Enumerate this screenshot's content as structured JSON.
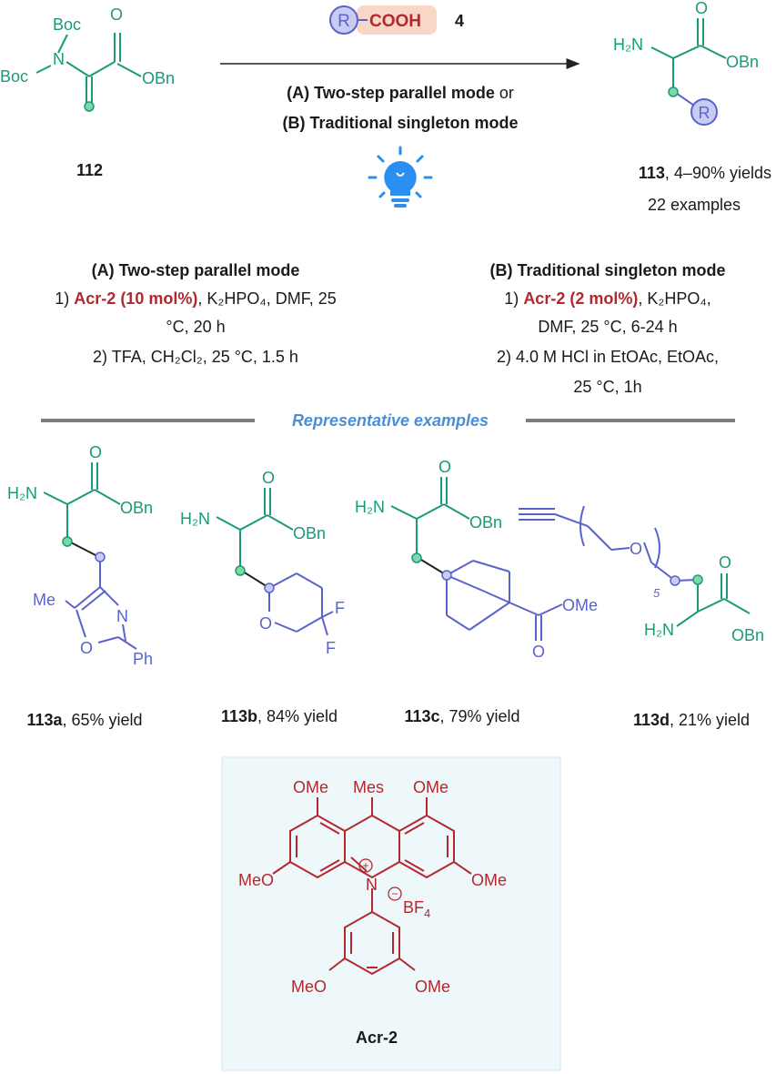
{
  "reagent": {
    "r_label": "R",
    "cooh": "COOH",
    "number": "4"
  },
  "arrow": {
    "line1_label": "(A) Two-step parallel mode",
    "line1_or": " or",
    "line2": "(B) Traditional singleton mode"
  },
  "substrate": {
    "boc1": "Boc",
    "n": "N",
    "boc2": "Boc",
    "o": "O",
    "obn": "OBn",
    "label": "112"
  },
  "product": {
    "h2n": "H₂N",
    "o": "O",
    "obn": "OBn",
    "r": "R",
    "label_num": "113",
    "label_rest": ", 4–90% yields",
    "examples": "22 examples"
  },
  "cond_a": {
    "title": "(A) Two-step parallel mode",
    "l1_pre": "1) ",
    "l1_cat": "Acr-2 (10 mol%)",
    "l1_rest": ", K₂HPO₄, DMF, 25",
    "l2": "°C, 20 h",
    "l3": "2) TFA, CH₂Cl₂, 25 °C, 1.5 h"
  },
  "cond_b": {
    "title": "(B) Traditional singleton mode",
    "l1_pre": "1) ",
    "l1_cat": "Acr-2 (2 mol%)",
    "l1_rest": ", K₂HPO₄,",
    "l2": "DMF, 25 °C, 6-24 h",
    "l3": "2) 4.0 M HCl in EtOAc, EtOAc,",
    "l4": "25 °C, 1h"
  },
  "section": {
    "title": "Representative examples"
  },
  "examples": [
    {
      "num": "113a",
      "yield": ", 65% yield",
      "h2n": "H₂N",
      "o": "O",
      "obn": "OBn",
      "me": "Me",
      "n": "N",
      "ring_o": "O",
      "ph": "Ph"
    },
    {
      "num": "113b",
      "yield": ", 84% yield",
      "h2n": "H₂N",
      "o": "O",
      "obn": "OBn",
      "ring_o": "O",
      "f1": "F",
      "f2": "F"
    },
    {
      "num": "113c",
      "yield": ", 79% yield",
      "h2n": "H₂N",
      "o": "O",
      "obn": "OBn",
      "ome": "OMe",
      "ester_o": "O"
    },
    {
      "num": "113d",
      "yield": ", 21% yield",
      "h2n": "H₂N",
      "o": "O",
      "obn": "OBn",
      "ether_o": "O",
      "sub5": "5"
    }
  ],
  "catalyst": {
    "ome_tl": "OMe",
    "mes": "Mes",
    "ome_tr": "OMe",
    "meo_l": "MeO",
    "ome_r": "OMe",
    "n": "N",
    "plus": "+",
    "minus": "−",
    "bf": "BF",
    "bf_sub": "4",
    "meo_bl": "MeO",
    "ome_br": "OMe",
    "name": "Acr-2"
  },
  "colors": {
    "green": "#1a9a7a",
    "blue": "#5a63cc",
    "red": "#b3282d",
    "box": "#eef8fb",
    "divider": "#7d7d7d",
    "section_title": "#4a8fd6"
  }
}
